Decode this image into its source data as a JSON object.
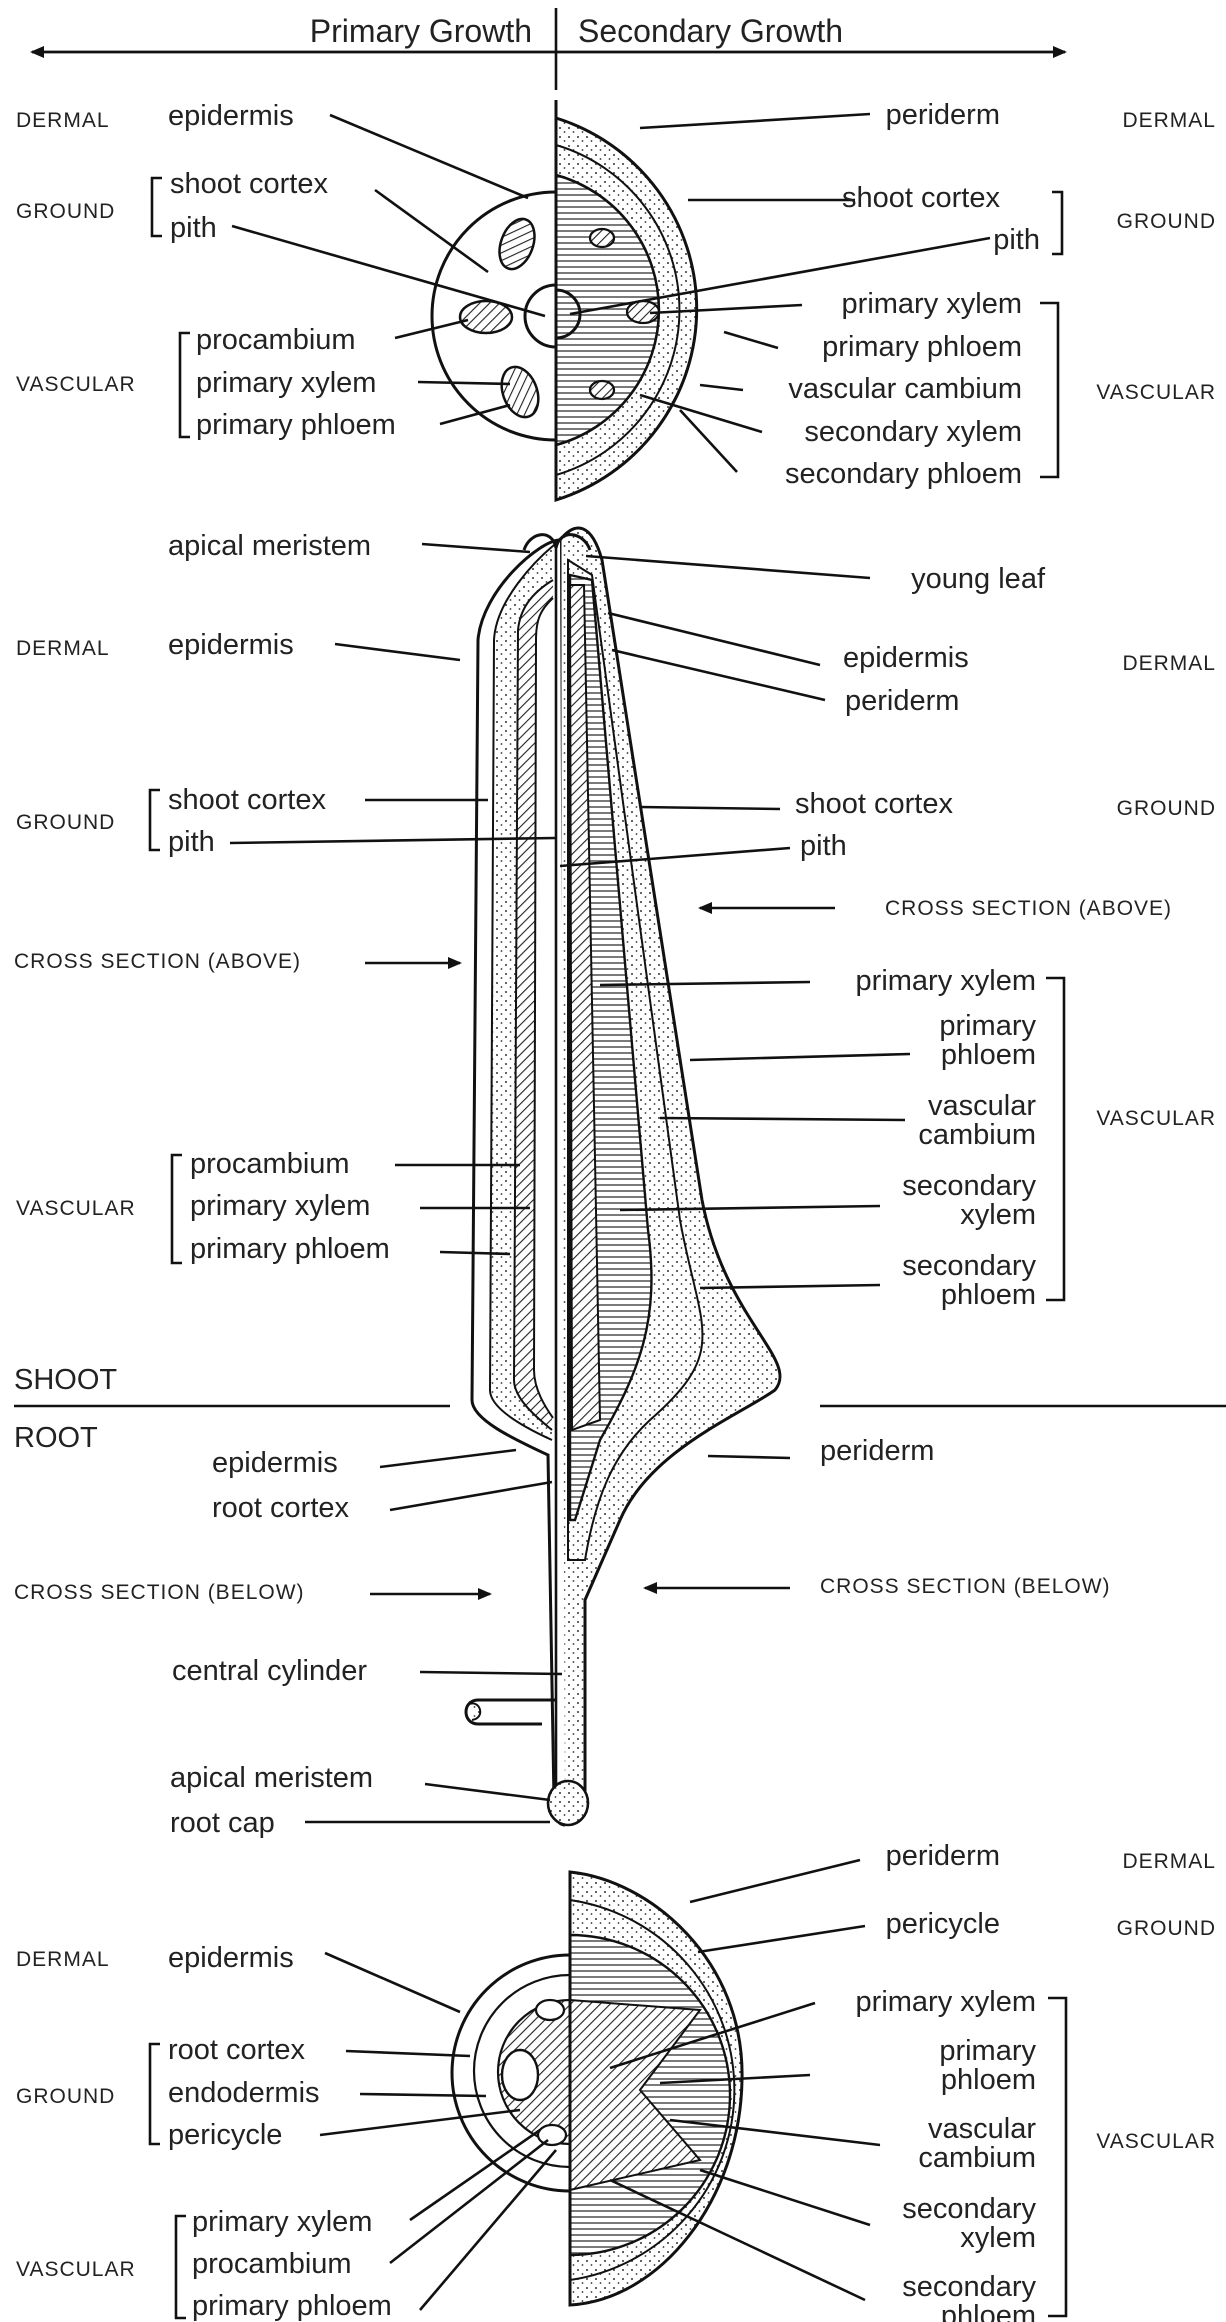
{
  "header": {
    "primary": "Primary Growth",
    "secondary": "Secondary Growth"
  },
  "categories": {
    "dermal": "DERMAL",
    "ground": "GROUND",
    "vascular": "VASCULAR"
  },
  "sections": {
    "shoot": "SHOOT",
    "root": "ROOT"
  },
  "shoot_cross_section": {
    "primary": [
      "epidermis",
      "shoot cortex",
      "pith",
      "procambium",
      "primary xylem",
      "primary phloem"
    ],
    "secondary": [
      "periderm",
      "shoot cortex",
      "pith",
      "primary xylem",
      "primary phloem",
      "vascular cambium",
      "secondary xylem",
      "secondary phloem"
    ]
  },
  "longitudinal": {
    "primary": [
      "apical meristem",
      "epidermis",
      "shoot cortex",
      "pith",
      "CROSS SECTION (ABOVE)",
      "procambium",
      "primary xylem",
      "primary phloem"
    ],
    "secondary": [
      "young leaf",
      "epidermis",
      "periderm",
      "shoot cortex",
      "pith",
      "CROSS SECTION (ABOVE)",
      "primary xylem",
      "primary\nphloem",
      "vascular\ncambium",
      "secondary\nxylem",
      "secondary\nphloem"
    ]
  },
  "root_longitudinal": {
    "primary": [
      "epidermis",
      "root cortex",
      "CROSS SECTION (BELOW)",
      "central cylinder",
      "apical meristem",
      "root cap"
    ],
    "secondary": [
      "periderm",
      "CROSS SECTION (BELOW)"
    ]
  },
  "root_cross_section": {
    "primary": [
      "epidermis",
      "root cortex",
      "endodermis",
      "pericycle",
      "primary xylem",
      "procambium",
      "primary phloem"
    ],
    "secondary": [
      "periderm",
      "pericycle",
      "primary xylem",
      "primary\nphloem",
      "vascular\ncambium",
      "secondary\nxylem",
      "secondary\nphloem"
    ]
  }
}
